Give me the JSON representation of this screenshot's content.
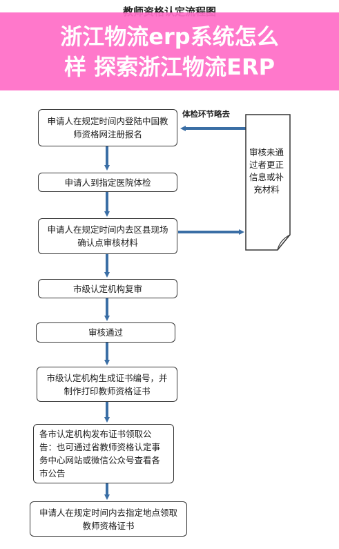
{
  "diagram": {
    "title": "教师资格认定流程图",
    "steps": [
      "申请人在规定时间内登陆中国教师资格网注册报名",
      "申请人到指定医院体检",
      "申请人在规定时间内去区县现场确认点审核材料",
      "市级认定机构复审",
      "审核通过",
      "市级认定机构生成证书编号，并制作打印教师资格证书",
      "各市认定机构发布证书领取公告：也可通过省教师资格认定事务中心网站或微信公众号查看各市公告",
      "申请人在规定时间内去指定地点领取教师资格证书"
    ],
    "side_note": "审核未通过者更正信息或补充材料",
    "side_label": "体检环节略去"
  },
  "banner": {
    "line1": "浙江物流erp系统怎么",
    "line2": "样 探索浙江物流ERP",
    "bg_color": "#ff6ec7"
  }
}
